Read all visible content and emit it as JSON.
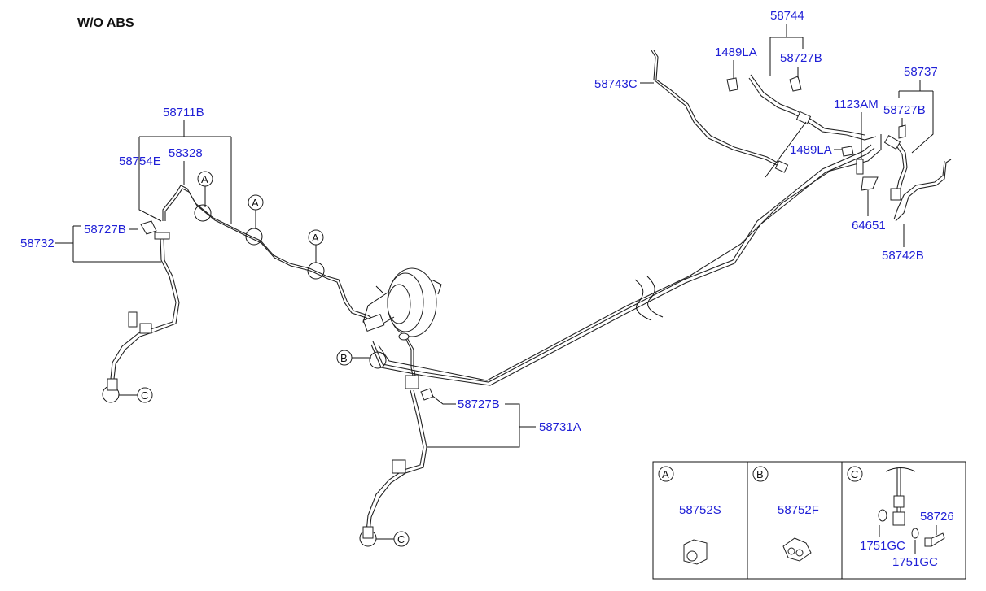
{
  "diagram": {
    "title": "W/O ABS",
    "labels": {
      "l58711B": "58711B",
      "l58754E": "58754E",
      "l58328": "58328",
      "l58727B_left": "58727B",
      "l58732": "58732",
      "l58743C": "58743C",
      "l58744": "58744",
      "l1489LA_top": "1489LA",
      "l58727B_top": "58727B",
      "l58737": "58737",
      "l1123AM": "1123AM",
      "l58727B_right": "58727B",
      "l1489LA_mid": "1489LA",
      "l64651": "64651",
      "l58742B": "58742B",
      "l58727B_bottom": "58727B",
      "l58731A": "58731A"
    },
    "refs": {
      "a1": "A",
      "a2": "A",
      "a3": "A",
      "b1": "B",
      "c1": "C",
      "c2": "C"
    },
    "legend": {
      "cell_a": {
        "ref": "A",
        "part": "58752S"
      },
      "cell_b": {
        "ref": "B",
        "part": "58752F"
      },
      "cell_c": {
        "ref": "C",
        "part1": "58726",
        "part2": "1751GC",
        "part3": "1751GC"
      }
    }
  }
}
